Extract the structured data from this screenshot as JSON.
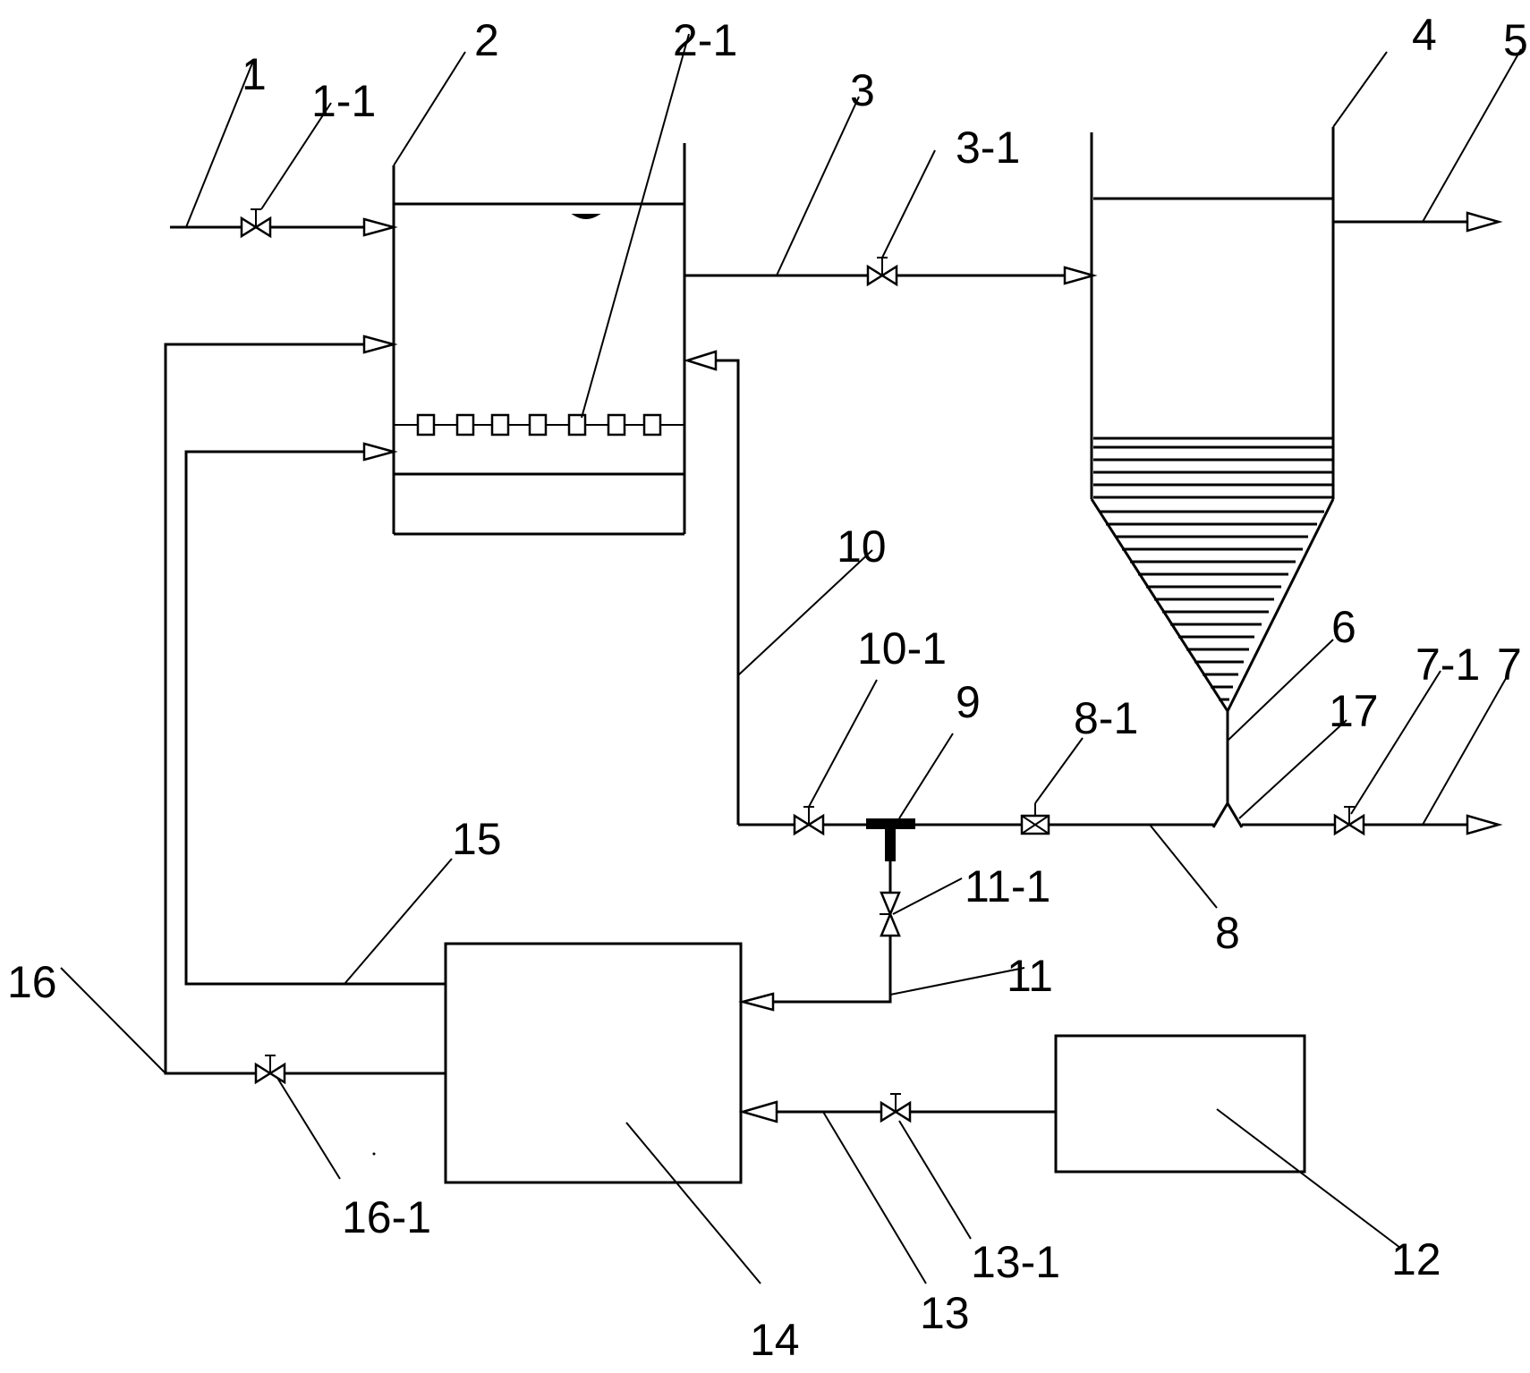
{
  "labels": {
    "l1": "1",
    "l1_1": "1-1",
    "l2": "2",
    "l2_1": "2-1",
    "l3": "3",
    "l3_1": "3-1",
    "l4": "4",
    "l5": "5",
    "l6": "6",
    "l7": "7",
    "l7_1": "7-1",
    "l8": "8",
    "l8_1": "8-1",
    "l9": "9",
    "l10": "10",
    "l10_1": "10-1",
    "l11": "11",
    "l11_1": "11-1",
    "l12": "12",
    "l13": "13",
    "l13_1": "13-1",
    "l14": "14",
    "l15": "15",
    "l16": "16",
    "l16_1": "16-1",
    "l17": "17"
  }
}
